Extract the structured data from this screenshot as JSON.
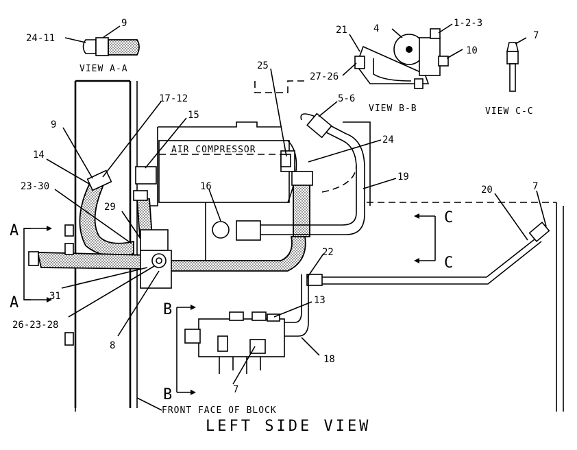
{
  "title": "LEFT SIDE VIEW",
  "front_face_note": "FRONT FACE OF BLOCK",
  "component_label": "AIR COMPRESSOR",
  "views": {
    "a": "VIEW A-A",
    "b": "VIEW B-B",
    "c": "VIEW C-C"
  },
  "section_markers": [
    "A",
    "A",
    "B",
    "B",
    "C",
    "C"
  ],
  "callouts": {
    "c24_11": "24-11",
    "c9_top": "9",
    "c21": "21",
    "c4": "4",
    "c1_2_3": "1-2-3",
    "c10": "10",
    "c27_26": "27-26",
    "c7_top": "7",
    "c25": "25",
    "c5_6": "5-6",
    "c17_12": "17-12",
    "c15": "15",
    "c9": "9",
    "c14": "14",
    "c24": "24",
    "c19": "19",
    "c23_30": "23-30",
    "c16": "16",
    "c29": "29",
    "c20": "20",
    "c7_right": "7",
    "c22": "22",
    "c31": "31",
    "c13": "13",
    "c26_23_28": "26-23-28",
    "c8": "8",
    "c18": "18",
    "c7_bottom": "7"
  }
}
